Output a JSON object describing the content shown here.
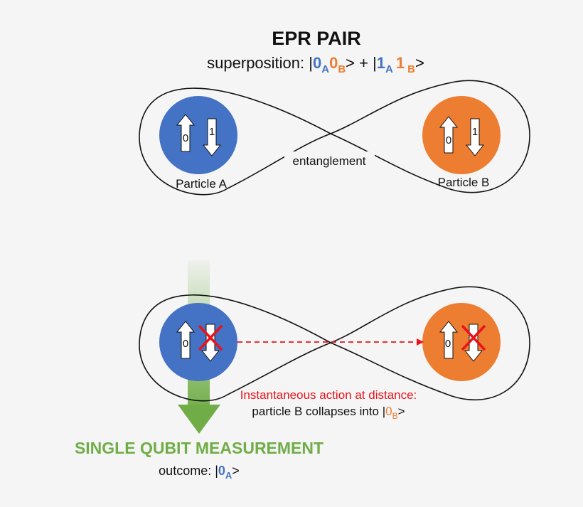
{
  "title": "EPR PAIR",
  "superposition": {
    "prefix": "superposition: |",
    "a0": "0",
    "a0_sub": "A",
    "b0": "0",
    "b0_sub": "B",
    "mid": "> + |",
    "a1": "1",
    "a1_sub": "A",
    "b1": "1",
    "b1_sub": "B",
    "suffix": ">"
  },
  "entanglement_label": "entanglement",
  "particle_a": {
    "label": "Particle A",
    "up": "0",
    "down": "1"
  },
  "particle_b": {
    "label": "Particle B",
    "up": "0",
    "down": "1"
  },
  "measured_a": {
    "up": "0"
  },
  "measured_b": {
    "up": "0"
  },
  "action": {
    "line1": "Instantaneous action at distance:",
    "line2_prefix": "particle B collapses into |",
    "line2_val": "0",
    "line2_sub": "B",
    "line2_suffix": ">"
  },
  "measurement": {
    "title": "SINGLE QUBIT MEASUREMENT",
    "outcome_prefix": "outcome: |",
    "outcome_val": "0",
    "outcome_sub": "A",
    "outcome_suffix": ">"
  },
  "colors": {
    "particle_a": "#4472c4",
    "particle_b": "#ed7d31",
    "measurement": "#70ad47",
    "action": "#e8141b"
  },
  "icons": [
    "up-arrow-icon",
    "down-arrow-icon",
    "cross-mark-icon",
    "measurement-arrow-icon"
  ]
}
